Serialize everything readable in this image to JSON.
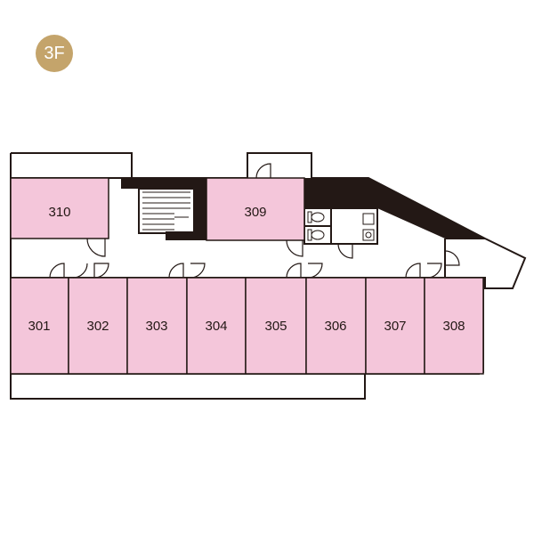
{
  "floor": {
    "label": "3F",
    "badge_color": "#c4a46b"
  },
  "colors": {
    "room_fill": "#f4c6da",
    "wall": "#231815",
    "background": "#ffffff"
  },
  "rooms": [
    {
      "id": "room-310",
      "label": "310"
    },
    {
      "id": "room-309",
      "label": "309"
    },
    {
      "id": "room-301",
      "label": "301"
    },
    {
      "id": "room-302",
      "label": "302"
    },
    {
      "id": "room-303",
      "label": "303"
    },
    {
      "id": "room-304",
      "label": "304"
    },
    {
      "id": "room-305",
      "label": "305"
    },
    {
      "id": "room-306",
      "label": "306"
    },
    {
      "id": "room-307",
      "label": "307"
    },
    {
      "id": "room-308",
      "label": "308"
    }
  ]
}
